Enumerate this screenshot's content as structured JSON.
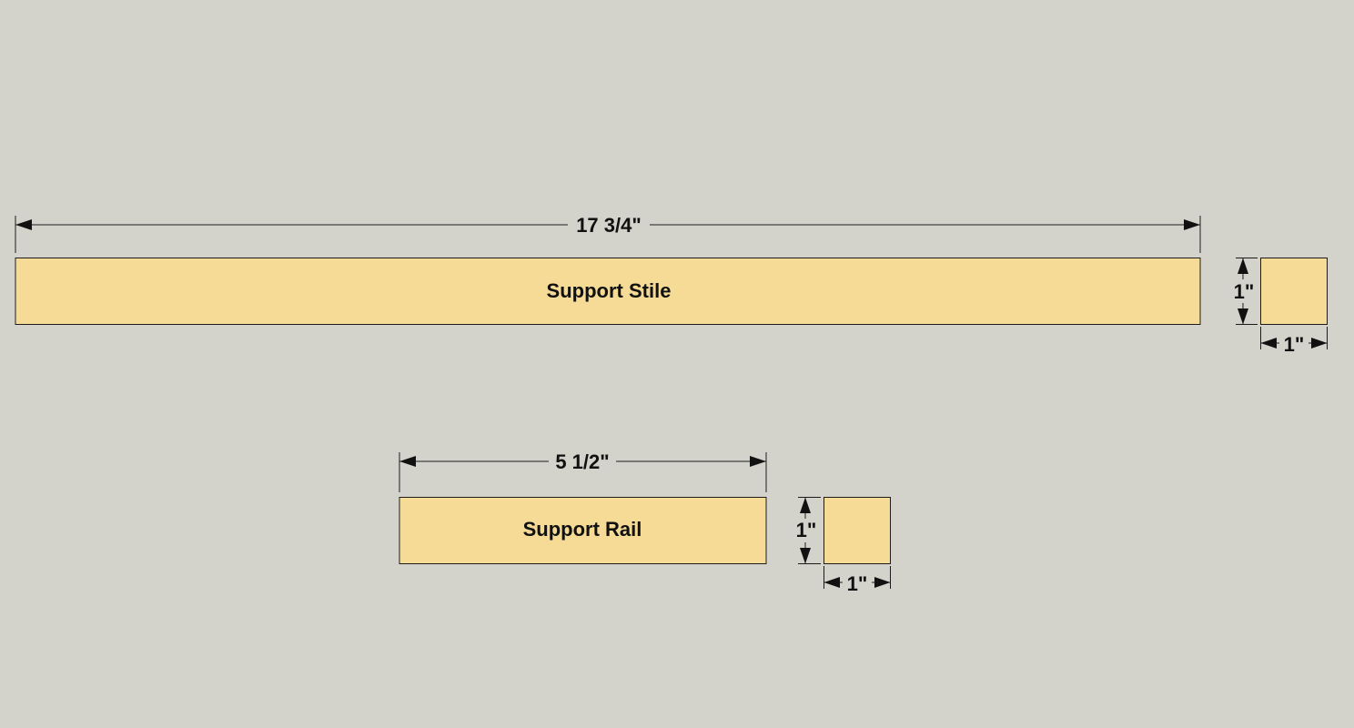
{
  "parts": [
    {
      "name": "Support Stile",
      "length": "17 3/4\"",
      "thickness": "1\"",
      "width": "1\""
    },
    {
      "name": "Support Rail",
      "length": "5 1/2\"",
      "thickness": "1\"",
      "width": "1\""
    }
  ],
  "colors": {
    "background": "#d3d3cb",
    "board_fill": "#f5db96",
    "line": "#1c1c1c"
  }
}
